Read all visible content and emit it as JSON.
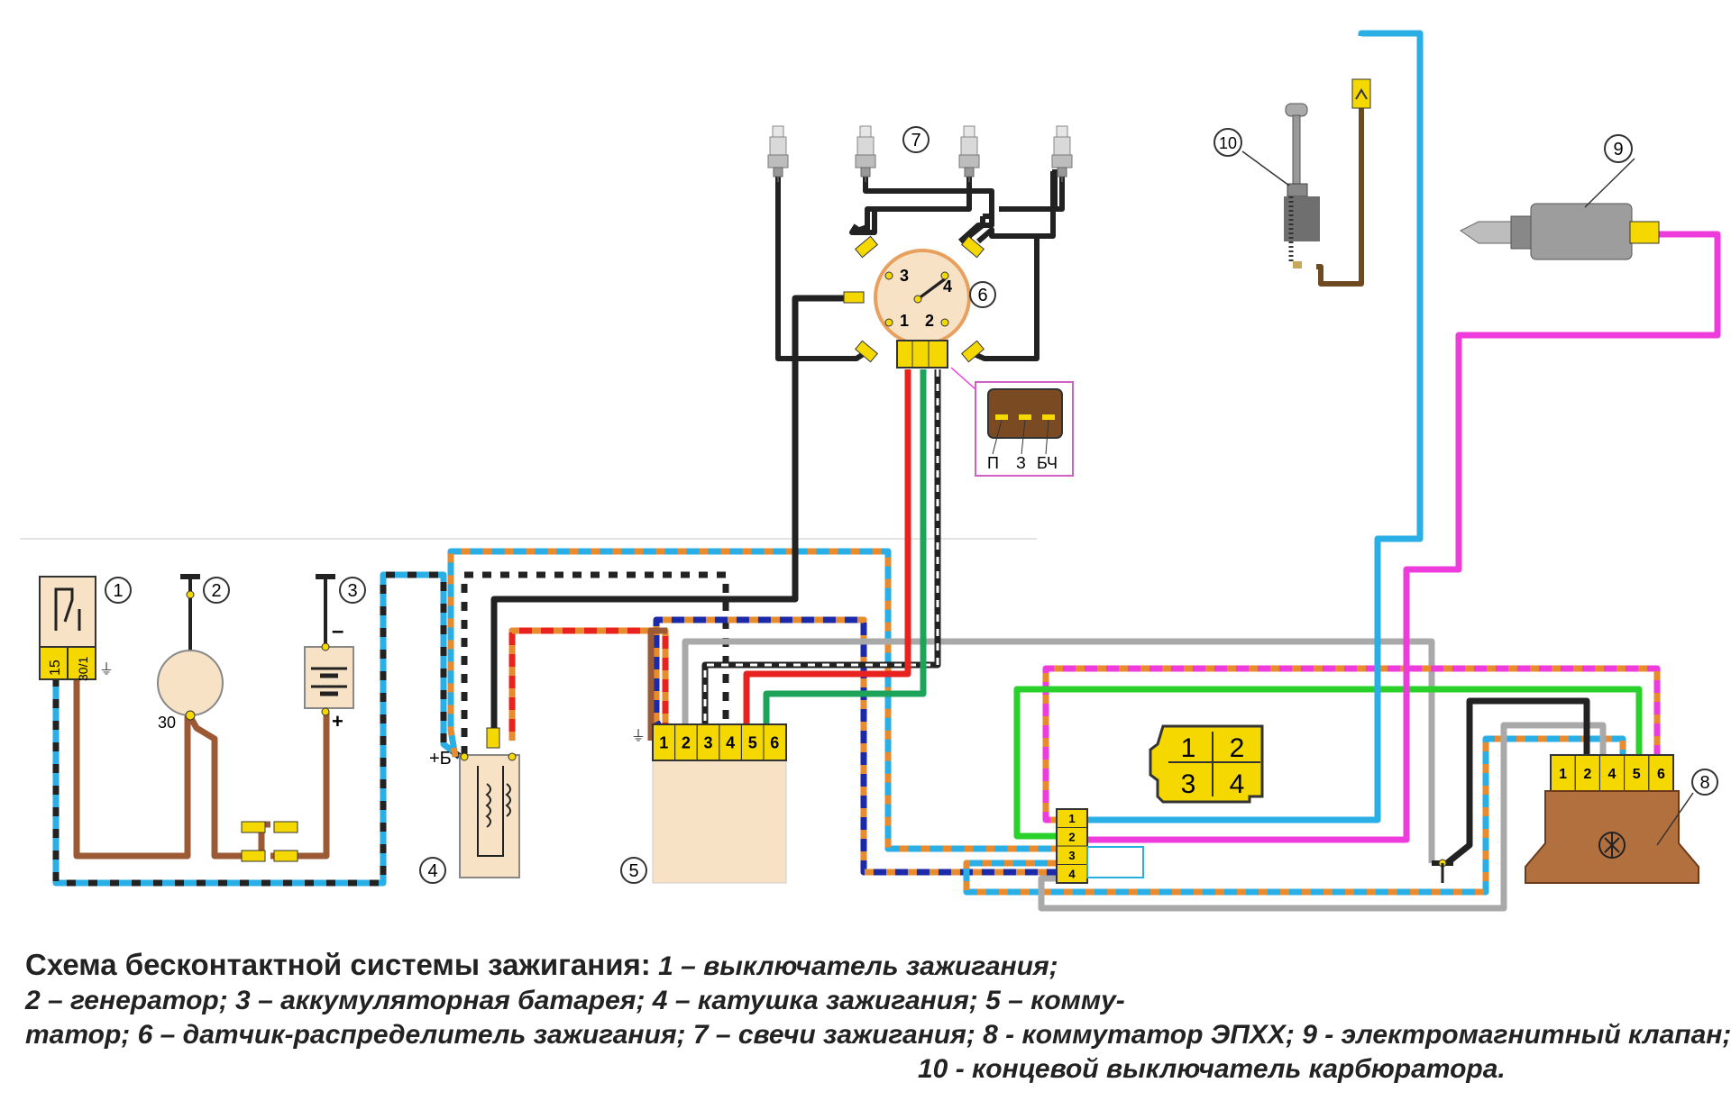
{
  "caption": {
    "title": "Схема бесконтактной системы зажигания:",
    "line1": "1 – выключатель зажигания;",
    "line2": "2 – генератор; 3 – аккумуляторная батарея; 4 – катушка зажигания; 5 – комму-",
    "line3": "татор; 6 – датчик-распределитель зажигания; 7 – свечи зажигания; 8 - коммутатор ЭПХХ; 9 - электромагнитный клапан;",
    "line4": "10 - концевой выключатель карбюратора."
  },
  "components": {
    "n1": "1",
    "n2": "2",
    "n3": "3",
    "n4": "4",
    "n5": "5",
    "n6": "6",
    "n7": "7",
    "n8": "8",
    "n9": "9",
    "n10": "10"
  },
  "switch_labels": {
    "t15": "15",
    "t30": "30/1"
  },
  "generator_label": "30",
  "battery": {
    "minus": "–",
    "plus": "+"
  },
  "coil_label": "+Б",
  "distributor_terminals": [
    "1",
    "2",
    "3",
    "4"
  ],
  "sensor_plug_labels": [
    "П",
    "З",
    "БЧ"
  ],
  "commutator_pins": [
    "1",
    "2",
    "3",
    "4",
    "5",
    "6"
  ],
  "epxx_pins": [
    "1",
    "2",
    "4",
    "5",
    "6"
  ],
  "connector4_pins": [
    "1",
    "2",
    "3",
    "4"
  ],
  "block_pins": [
    "1",
    "2",
    "3",
    "4"
  ],
  "colors": {
    "blue": "#29aee6",
    "orange": "#e88a2e",
    "black": "#222222",
    "red": "#e8231f",
    "green": "#1ea35a",
    "lime": "#2bd12b",
    "magenta": "#ee3bdc",
    "grey": "#a9a9a9",
    "brown": "#9b5a35",
    "navy": "#1b2aa8",
    "yellow": "#f5d800",
    "peach": "#f7e2c6"
  }
}
